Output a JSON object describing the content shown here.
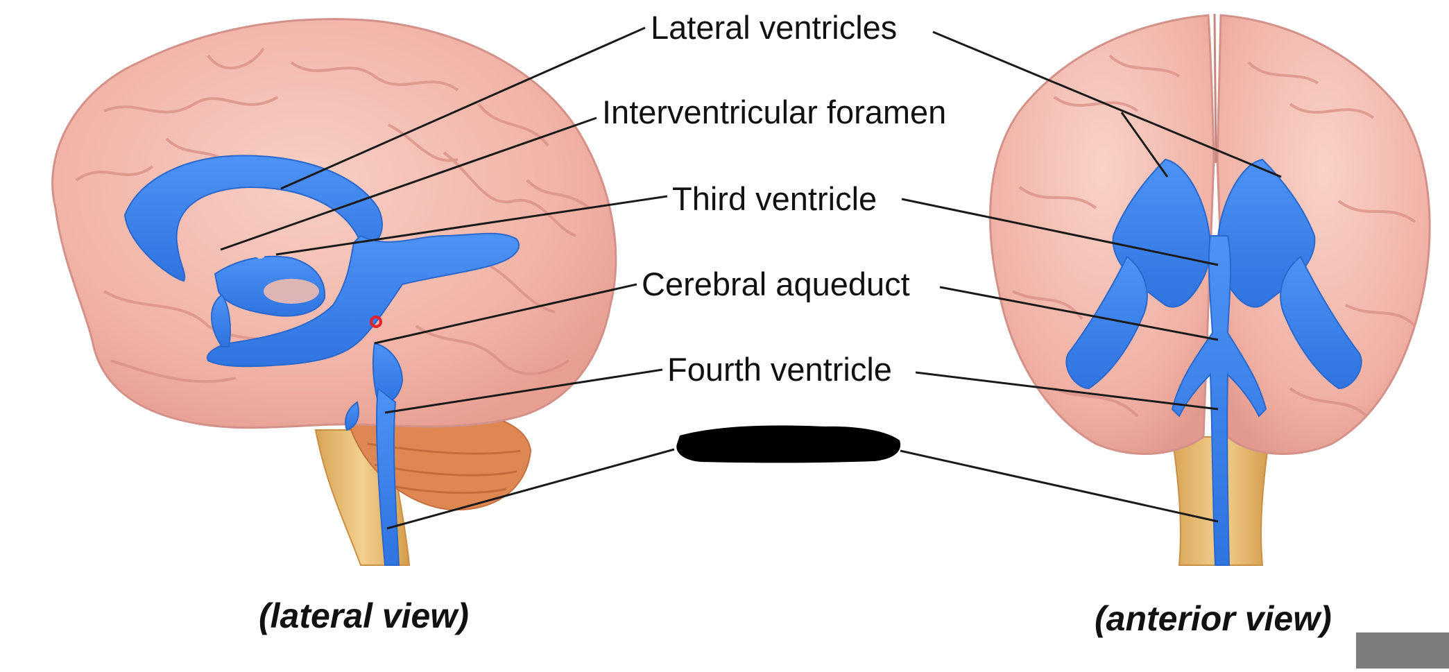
{
  "labels": {
    "lateral_ventricles": "Lateral ventricles",
    "interventricular_foramen": "Interventricular foramen",
    "third_ventricle": "Third ventricle",
    "cerebral_aqueduct": "Cerebral aqueduct",
    "fourth_ventricle": "Fourth ventricle",
    "central_canal_redacted": ""
  },
  "views": {
    "lateral": "(lateral view)",
    "anterior": "(anterior view)"
  },
  "colors": {
    "cerebrum": "#f3b5a8",
    "cerebrum_gyri": "#e39c91",
    "ventricles": "#3d83ec",
    "cerebellum": "#e08a55",
    "brainstem": "#e9c27a",
    "leader_lines": "#1a1a1a",
    "redaction": "#000000",
    "marker": "#e8202a"
  },
  "icons": {
    "redaction_mark": "black-redaction-scribble",
    "cursor_marker": "red-circle-marker"
  }
}
